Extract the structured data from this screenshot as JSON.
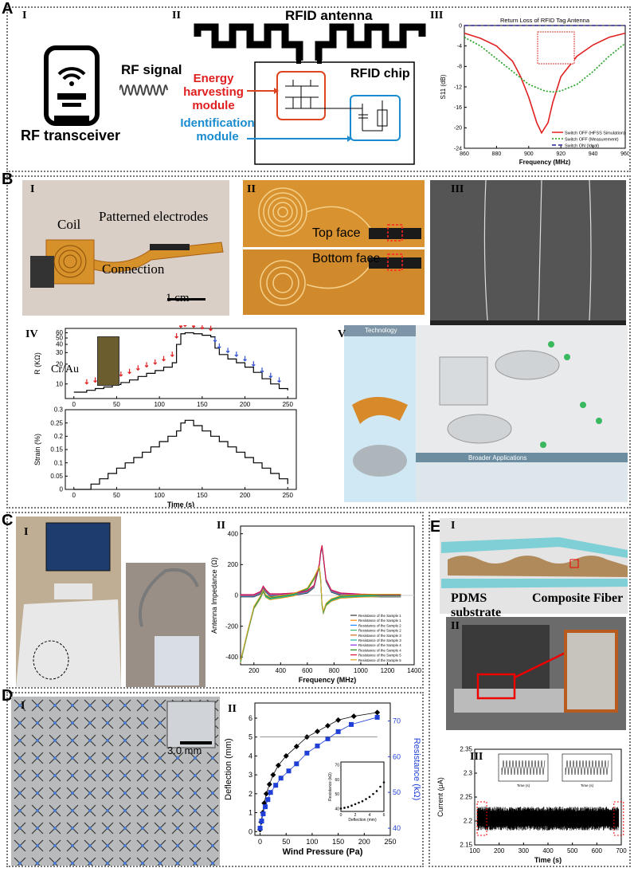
{
  "panels": {
    "A": {
      "label": "A",
      "sub1": "I",
      "sub2": "II",
      "sub3": "III",
      "transceiver": "RF transceiver",
      "signal": "RF signal",
      "antenna": "RFID antenna",
      "chip": "RFID chip",
      "energy": "Energy harvesting module",
      "ident": "Identification module"
    },
    "B": {
      "label": "B",
      "sub1": "I",
      "sub2": "II",
      "sub3": "III",
      "sub4": "IV",
      "sub5": "V",
      "patterned": "Patterned electrodes",
      "coil": "Coil",
      "connection": "Connection",
      "scale": "1 cm",
      "top": "Top face",
      "bottom": "Bottom face",
      "crau": "Cr/Au",
      "tech": "Technology",
      "broader": "Broader Applications"
    },
    "C": {
      "label": "C",
      "sub1": "I",
      "sub2": "II"
    },
    "D": {
      "label": "D",
      "sub1": "I",
      "sub2": "II",
      "scale": "3.0 mm"
    },
    "E": {
      "label": "E",
      "sub1": "I",
      "sub2": "II",
      "sub3": "III",
      "pdms": "PDMS substrate",
      "fiber": "Composite Fiber"
    }
  },
  "chart_data": [
    {
      "id": "A-III",
      "type": "line",
      "title": "Return Loss of RFID Tag Antenna",
      "xlabel": "Frequency (MHz)",
      "ylabel": "S11 (dB)",
      "xlim": [
        860,
        960
      ],
      "ylim": [
        -24,
        0
      ],
      "xticks": [
        860,
        880,
        900,
        920,
        940,
        960
      ],
      "yticks": [
        0,
        -4,
        -8,
        -12,
        -16,
        -20,
        -24
      ],
      "legend_position": "bottom-right",
      "series": [
        {
          "name": "Switch OFF (HFSS Simulation)",
          "color": "#e02020",
          "style": "solid",
          "x": [
            860,
            870,
            880,
            890,
            895,
            900,
            905,
            908,
            912,
            915,
            920,
            930,
            940,
            950,
            960
          ],
          "y": [
            -1.5,
            -2.5,
            -4,
            -7,
            -10,
            -14,
            -19,
            -21,
            -19,
            -15,
            -10,
            -6,
            -3.8,
            -2.3,
            -1.5
          ]
        },
        {
          "name": "Switch OFF (Measurement)",
          "color": "#20a020",
          "style": "dotted",
          "x": [
            860,
            870,
            880,
            890,
            900,
            910,
            915,
            920,
            930,
            940,
            950,
            960
          ],
          "y": [
            -2.3,
            -4,
            -6.5,
            -9,
            -11.5,
            -12.8,
            -13,
            -12.8,
            -11.5,
            -9,
            -6,
            -3.5
          ]
        },
        {
          "name": "Switch ON (Ideal)",
          "color": "#20209a",
          "style": "dashed",
          "x": [
            860,
            960
          ],
          "y": [
            0,
            0
          ]
        }
      ]
    },
    {
      "id": "B-IV-top",
      "type": "line",
      "xlabel": "",
      "ylabel": "R (KΩ)",
      "xlim": [
        -10,
        260
      ],
      "ylim": [
        6,
        70
      ],
      "yscale": "log",
      "xticks": [
        0,
        50,
        100,
        150,
        200,
        250
      ],
      "yticks": [
        10,
        20,
        30,
        40,
        50,
        60
      ],
      "series": [
        {
          "name": "",
          "color": "#000",
          "x": [
            0,
            15,
            25,
            35,
            45,
            55,
            65,
            75,
            85,
            95,
            105,
            115,
            120,
            125,
            130,
            140,
            150,
            160,
            165,
            170,
            180,
            190,
            200,
            210,
            220,
            230,
            240,
            250
          ],
          "y": [
            7.5,
            8,
            8.5,
            9,
            9.8,
            10.5,
            11.5,
            13,
            14.5,
            16,
            18,
            21,
            40,
            58,
            60,
            58,
            55,
            52,
            35,
            28,
            24,
            21,
            18,
            15,
            12,
            10,
            8.5,
            8
          ]
        }
      ]
    },
    {
      "id": "B-IV-bottom",
      "type": "line",
      "xlabel": "Time (s)",
      "ylabel": "Strain (%)",
      "xlim": [
        -10,
        260
      ],
      "ylim": [
        0,
        0.3
      ],
      "xticks": [
        0,
        50,
        100,
        150,
        200,
        250
      ],
      "yticks": [
        0,
        0.05,
        0.1,
        0.15,
        0.2,
        0.25,
        0.3
      ],
      "series": [
        {
          "name": "",
          "color": "#000",
          "x": [
            0,
            10,
            20,
            30,
            40,
            50,
            60,
            70,
            80,
            90,
            100,
            110,
            120,
            125,
            130,
            140,
            150,
            160,
            170,
            180,
            190,
            200,
            210,
            220,
            230,
            240,
            250
          ],
          "y": [
            0,
            0,
            0.02,
            0.04,
            0.06,
            0.08,
            0.1,
            0.12,
            0.14,
            0.16,
            0.18,
            0.2,
            0.22,
            0.25,
            0.26,
            0.24,
            0.22,
            0.2,
            0.18,
            0.16,
            0.14,
            0.12,
            0.1,
            0.08,
            0.06,
            0.04,
            0.02
          ]
        }
      ]
    },
    {
      "id": "C-II",
      "type": "line",
      "xlabel": "Frequency (MHz)",
      "ylabel": "Antenna Impedance (Ω)",
      "xlim": [
        100,
        1400
      ],
      "ylim": [
        -450,
        450
      ],
      "xticks": [
        200,
        400,
        600,
        800,
        1000,
        1200,
        1400
      ],
      "yticks": [
        -400,
        -200,
        0,
        200,
        400
      ],
      "series": [
        {
          "name": "Resistance of the Sample 1",
          "color": "#333333"
        },
        {
          "name": "Resistance of the Sample 1",
          "color": "#ff8c00"
        },
        {
          "name": "Resistance of the Sample 2",
          "color": "#1e90ff"
        },
        {
          "name": "Resistance of the Sample 2",
          "color": "#3cb371"
        },
        {
          "name": "Resistance of the Sample 3",
          "color": "#d2691e"
        },
        {
          "name": "Resistance of the Sample 3",
          "color": "#20b2aa"
        },
        {
          "name": "Resistance of the Sample 4",
          "color": "#8a2be2"
        },
        {
          "name": "Resistance of the Sample 4",
          "color": "#228b22"
        },
        {
          "name": "Resistance of the Sample 5",
          "color": "#dc143c"
        },
        {
          "name": "Resistance of the Sample 5",
          "color": "#daa520"
        }
      ],
      "curves": {
        "x": [
          100,
          150,
          200,
          250,
          270,
          290,
          320,
          400,
          500,
          600,
          650,
          690,
          700,
          710,
          720,
          740,
          780,
          850,
          1000,
          1150,
          1300
        ],
        "resistance": [
          0,
          0,
          0,
          20,
          55,
          30,
          5,
          5,
          10,
          25,
          60,
          200,
          280,
          320,
          250,
          100,
          30,
          10,
          3,
          0,
          0
        ],
        "reactance": [
          -430,
          -250,
          -80,
          -10,
          30,
          -5,
          -20,
          -10,
          5,
          40,
          110,
          180,
          100,
          -60,
          -110,
          -60,
          -30,
          -10,
          -3,
          0,
          0
        ]
      }
    },
    {
      "id": "D-II",
      "type": "scatter",
      "xlabel": "Wind Pressure (Pa)",
      "ylabel": "Deflection (mm)",
      "y2label": "Resistance (kΩ)",
      "xlim": [
        -10,
        250
      ],
      "ylim": [
        -0.2,
        6.8
      ],
      "y2lim": [
        38,
        75
      ],
      "xticks": [
        0,
        50,
        100,
        150,
        200,
        250
      ],
      "yticks": [
        0,
        1,
        2,
        3,
        4,
        5,
        6
      ],
      "y2ticks": [
        40,
        50,
        60,
        70
      ],
      "series": [
        {
          "name": "Deflection",
          "color": "#000",
          "marker": "diamond",
          "x": [
            0,
            2,
            5,
            8,
            12,
            18,
            25,
            35,
            50,
            70,
            90,
            110,
            130,
            150,
            180,
            225
          ],
          "y": [
            0.1,
            0.5,
            1,
            1.5,
            2,
            2.5,
            3,
            3.5,
            4,
            4.5,
            5,
            5.3,
            5.6,
            5.9,
            6.1,
            6.3
          ]
        },
        {
          "name": "Resistance",
          "color": "#1f3fd6",
          "marker": "square",
          "x": [
            0,
            3,
            6,
            10,
            15,
            20,
            30,
            40,
            55,
            70,
            90,
            110,
            130,
            150,
            175,
            225
          ],
          "y2": [
            40,
            42,
            44,
            46,
            48,
            50,
            52,
            54,
            56,
            58,
            61,
            63,
            65,
            67,
            69,
            71
          ]
        }
      ],
      "inset": {
        "xlabel": "Deflection (mm)",
        "ylabel": "Resistance (kΩ)",
        "xticks": [
          0,
          2,
          4,
          6
        ],
        "yticks": [
          40,
          50,
          60,
          70
        ],
        "x": [
          0,
          0.5,
          1,
          1.5,
          2,
          2.5,
          3,
          3.5,
          4,
          4.5,
          5,
          5.5,
          6
        ],
        "y": [
          40,
          40.5,
          41,
          42,
          43,
          44,
          45,
          46.5,
          48,
          50,
          52,
          55,
          58
        ]
      }
    },
    {
      "id": "E-III",
      "type": "line",
      "xlabel": "Time (s)",
      "ylabel": "Current (μA)",
      "xlim": [
        100,
        700
      ],
      "ylim": [
        2.15,
        2.35
      ],
      "xticks": [
        100,
        200,
        300,
        400,
        500,
        600,
        700
      ],
      "yticks": [
        2.15,
        2.2,
        2.25,
        2.3,
        2.35
      ],
      "inset_xlabel": "Time (s)",
      "series": [
        {
          "name": "",
          "color": "#000",
          "band": [
            2.18,
            2.23
          ]
        }
      ]
    }
  ]
}
